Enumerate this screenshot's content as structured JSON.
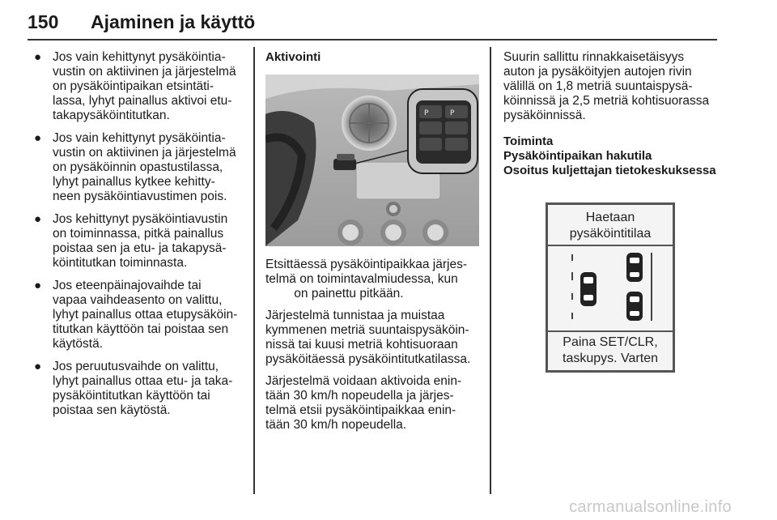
{
  "header": {
    "page_number": "150",
    "chapter_title": "Ajaminen ja käyttö"
  },
  "column1": {
    "bullets": [
      "Jos vain kehittynyt pysäköintia-\nvustin on aktiivinen ja järjestelmä\non pysäköintipaikan etsintäti-\nlassa, lyhyt painallus aktivoi etu-\ntakapysäköintitutkan.",
      "Jos vain kehittynyt pysäköintia-\nvustin on aktiivinen ja järjestelmä\non pysäköinnin opastustilassa,\nlyhyt painallus kytkee kehitty-\nneen pysäköintiavustimen pois.",
      "Jos kehittynyt pysäköintiavustin\non toiminnassa, pitkä painallus\npoistaa sen ja etu- ja takapysä-\nköintitutkan toiminnasta.",
      "Jos eteenpäinajovaihde tai\nvapaa vaihdeasento on valittu,\nlyhyt painallus ottaa etupysäköin-\ntitutkan käyttöön tai poistaa sen\nkäytöstä.",
      "Jos peruutusvaihde on valittu,\nlyhyt painallus ottaa etu- ja taka-\npysäköintitutkan käyttöön tai\npoistaa sen käytöstä."
    ]
  },
  "column2": {
    "heading": "Aktivointi",
    "paragraphs": [
      "Etsittäessä pysäköintipaikkaa järjes-\ntelmä on toimintavalmiudessa, kun\n     on painettu pitkään.",
      "Järjestelmä tunnistaa ja muistaa\nkymmenen metriä suuntaispysäköin-\nnissä tai kuusi metriä kohtisuoraan\npysäköitäessä pysäköintitutkatilassa.",
      "Järjestelmä voidaan aktivoida enin-\ntään 30 km/h nopeudella ja järjes-\ntelmä etsii pysäköintipaikkaa enin-\ntään 30 km/h nopeudella."
    ]
  },
  "column3": {
    "intro": "Suurin sallittu rinnakkaisetäisyys\nauton ja pysäköityjen autojen rivin\nvälillä on 1,8 metriä suuntaispysä-\nköinnissä ja 2,5 metriä kohtisuorassa\npysäköinnissä.",
    "subheading_1": "Toiminta",
    "subheading_2": "Pysäköintipaikan hakutila",
    "subheading_3": "Osoitus kuljettajan tietokeskuksessa",
    "display": {
      "top_text": "Haetaan\npysäköintitilaa",
      "bottom_text": "Paina SET/CLR,\ntaskupys. Varten"
    }
  },
  "watermark": "carmanualsonline.info"
}
